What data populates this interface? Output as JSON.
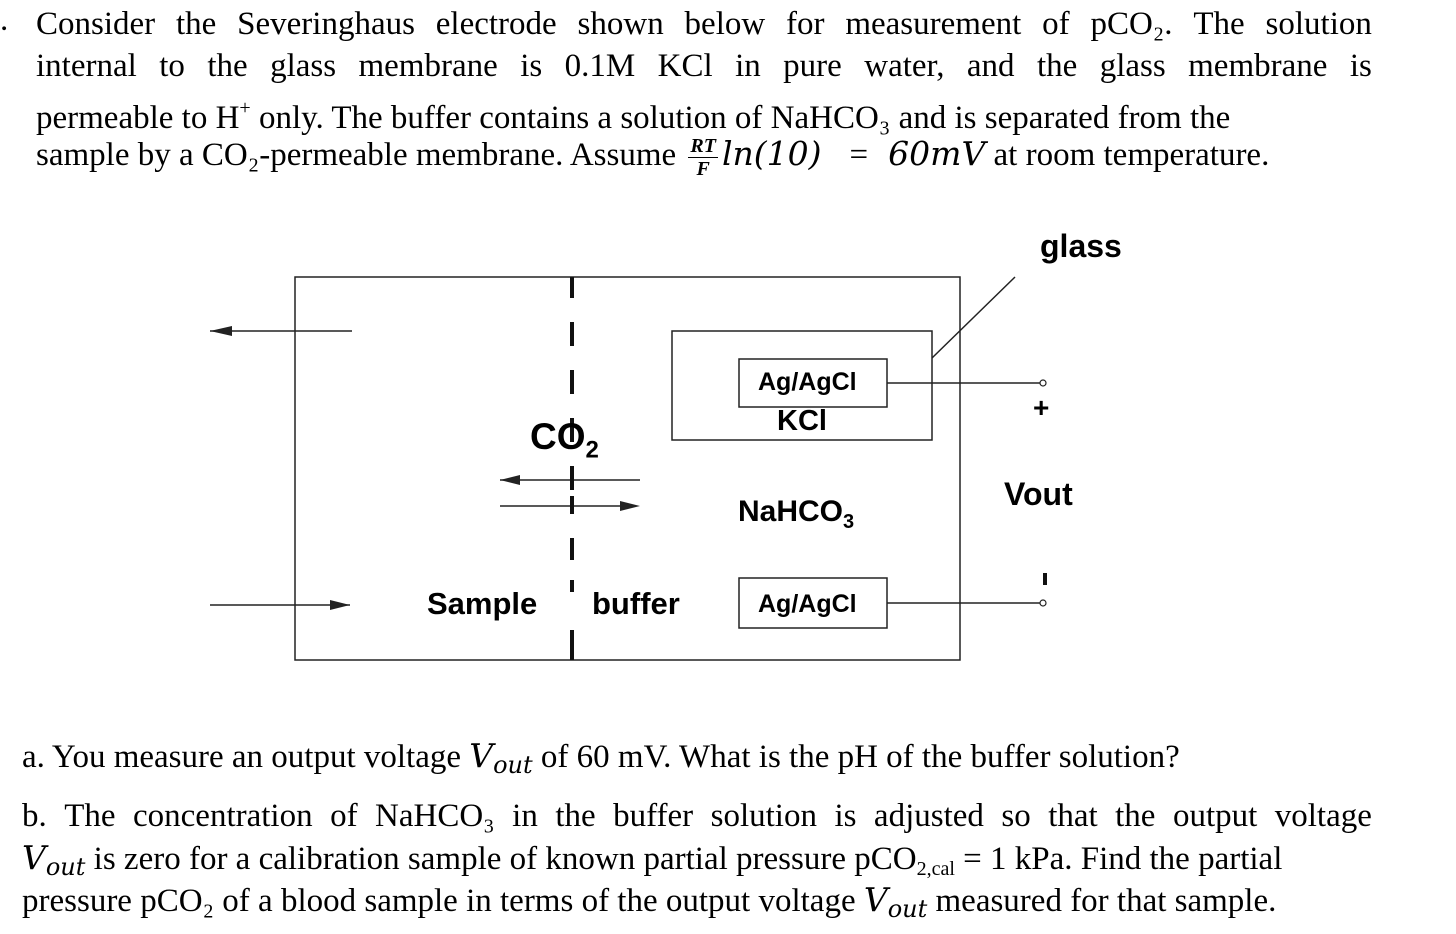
{
  "problem": {
    "bullet": ".",
    "line1": [
      "Consider",
      "the",
      "Severinghaus",
      "electrode",
      "shown",
      "below",
      "for",
      "measurement",
      "of",
      "pCO₂.",
      "The",
      "solution"
    ],
    "line2": [
      "internal",
      "to",
      "the",
      "glass",
      "membrane",
      "is",
      "0.1M",
      "KCl",
      "in",
      "pure",
      "water,",
      "and",
      "the",
      "glass",
      "membrane",
      "is"
    ],
    "line3_a": "permeable to H",
    "line3_sup": "+",
    "line3_b": " only. The buffer contains a solution of NaHCO₃ and is separated from the",
    "line4_a": "sample by a CO₂-permeable membrane. Assume ",
    "frac_num": "RT",
    "frac_den": "F",
    "line4_math": "ln(10)",
    "line4_eq": "=",
    "line4_val": "60mV",
    "line4_b": " at room temperature."
  },
  "diagram": {
    "label_glass": "glass",
    "label_co2": "CO",
    "label_co2_sub": "2",
    "label_ag_agcl_top": "Ag/AgCl",
    "label_kcl": "KCl",
    "label_nahco3": "NaHCO",
    "label_nahco3_sub": "3",
    "label_plus": "+",
    "label_vout": "Vout",
    "label_minus": "-",
    "label_sample": "Sample",
    "label_buffer": "buffer",
    "label_ag_agcl_bottom": "Ag/AgCl"
  },
  "questions": {
    "a_text1": "a. You measure an output voltage ",
    "a_var": "V",
    "a_sub": "out",
    "a_text2": " of 60 mV. What is the pH of the buffer solution?",
    "b_line1": [
      "b.",
      "The",
      "concentration",
      "of",
      "NaHCO₃",
      "in",
      "the",
      "buffer",
      "solution",
      "is",
      "adjusted",
      "so",
      "that",
      "the",
      "output",
      "voltage"
    ],
    "b_var": "V",
    "b_sub": "out",
    "b_line2_text": " is zero for a calibration sample of known partial pressure pCO",
    "b_line2_sub": "2,cal",
    "b_line2_end": " = 1 kPa. Find the partial",
    "b_line3_text": "pressure pCO₂ of a blood sample in terms of the output voltage ",
    "b_line3_var": "V",
    "b_line3_sub": "out",
    "b_line3_end": " measured for that sample."
  }
}
